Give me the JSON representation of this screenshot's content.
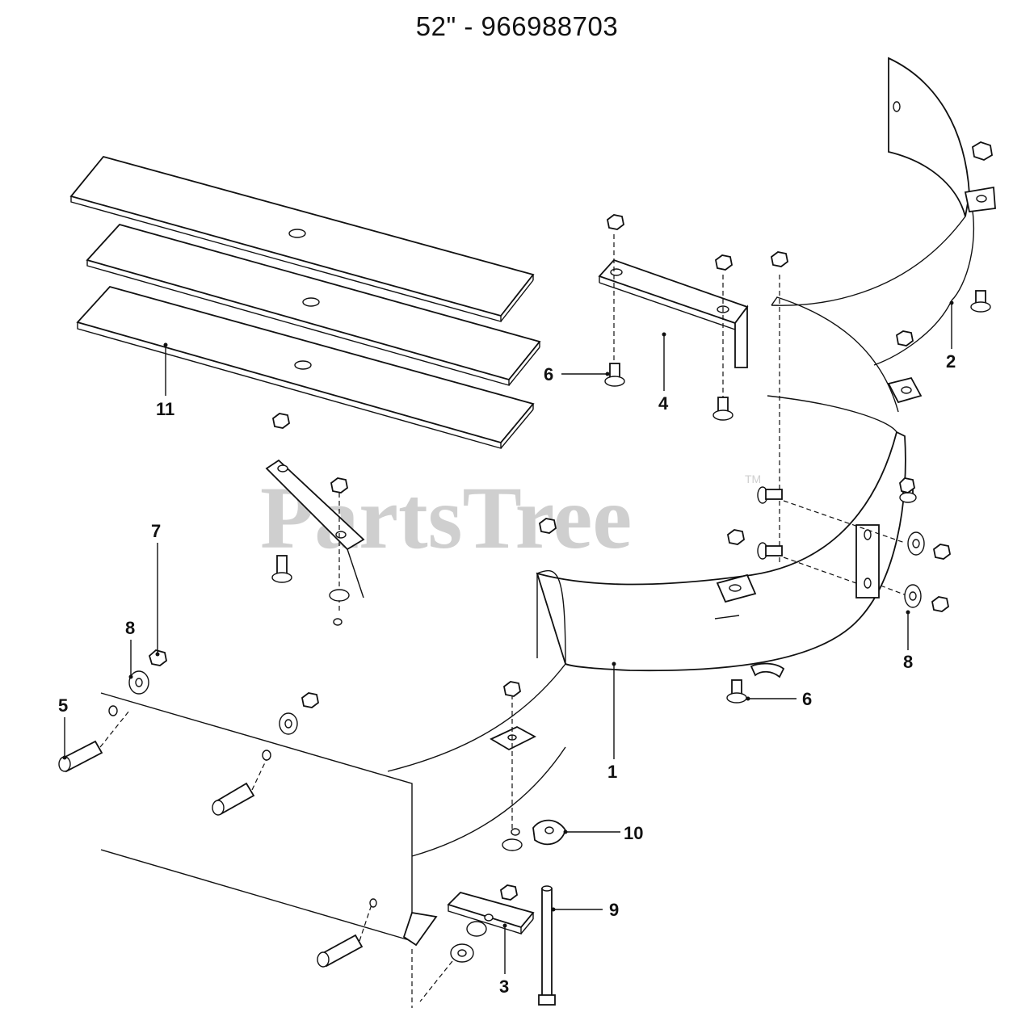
{
  "title": "52\" - 966988703",
  "watermark": {
    "text": "PartsTree",
    "trademark": "TM"
  },
  "callouts": [
    {
      "id": "c11",
      "label": "11"
    },
    {
      "id": "c6a",
      "label": "6"
    },
    {
      "id": "c4",
      "label": "4"
    },
    {
      "id": "c2",
      "label": "2"
    },
    {
      "id": "c7",
      "label": "7"
    },
    {
      "id": "c8a",
      "label": "8"
    },
    {
      "id": "c5",
      "label": "5"
    },
    {
      "id": "c8b",
      "label": "8"
    },
    {
      "id": "c6b",
      "label": "6"
    },
    {
      "id": "c1",
      "label": "1"
    },
    {
      "id": "c10",
      "label": "10"
    },
    {
      "id": "c9",
      "label": "9"
    },
    {
      "id": "c3",
      "label": "3"
    }
  ]
}
